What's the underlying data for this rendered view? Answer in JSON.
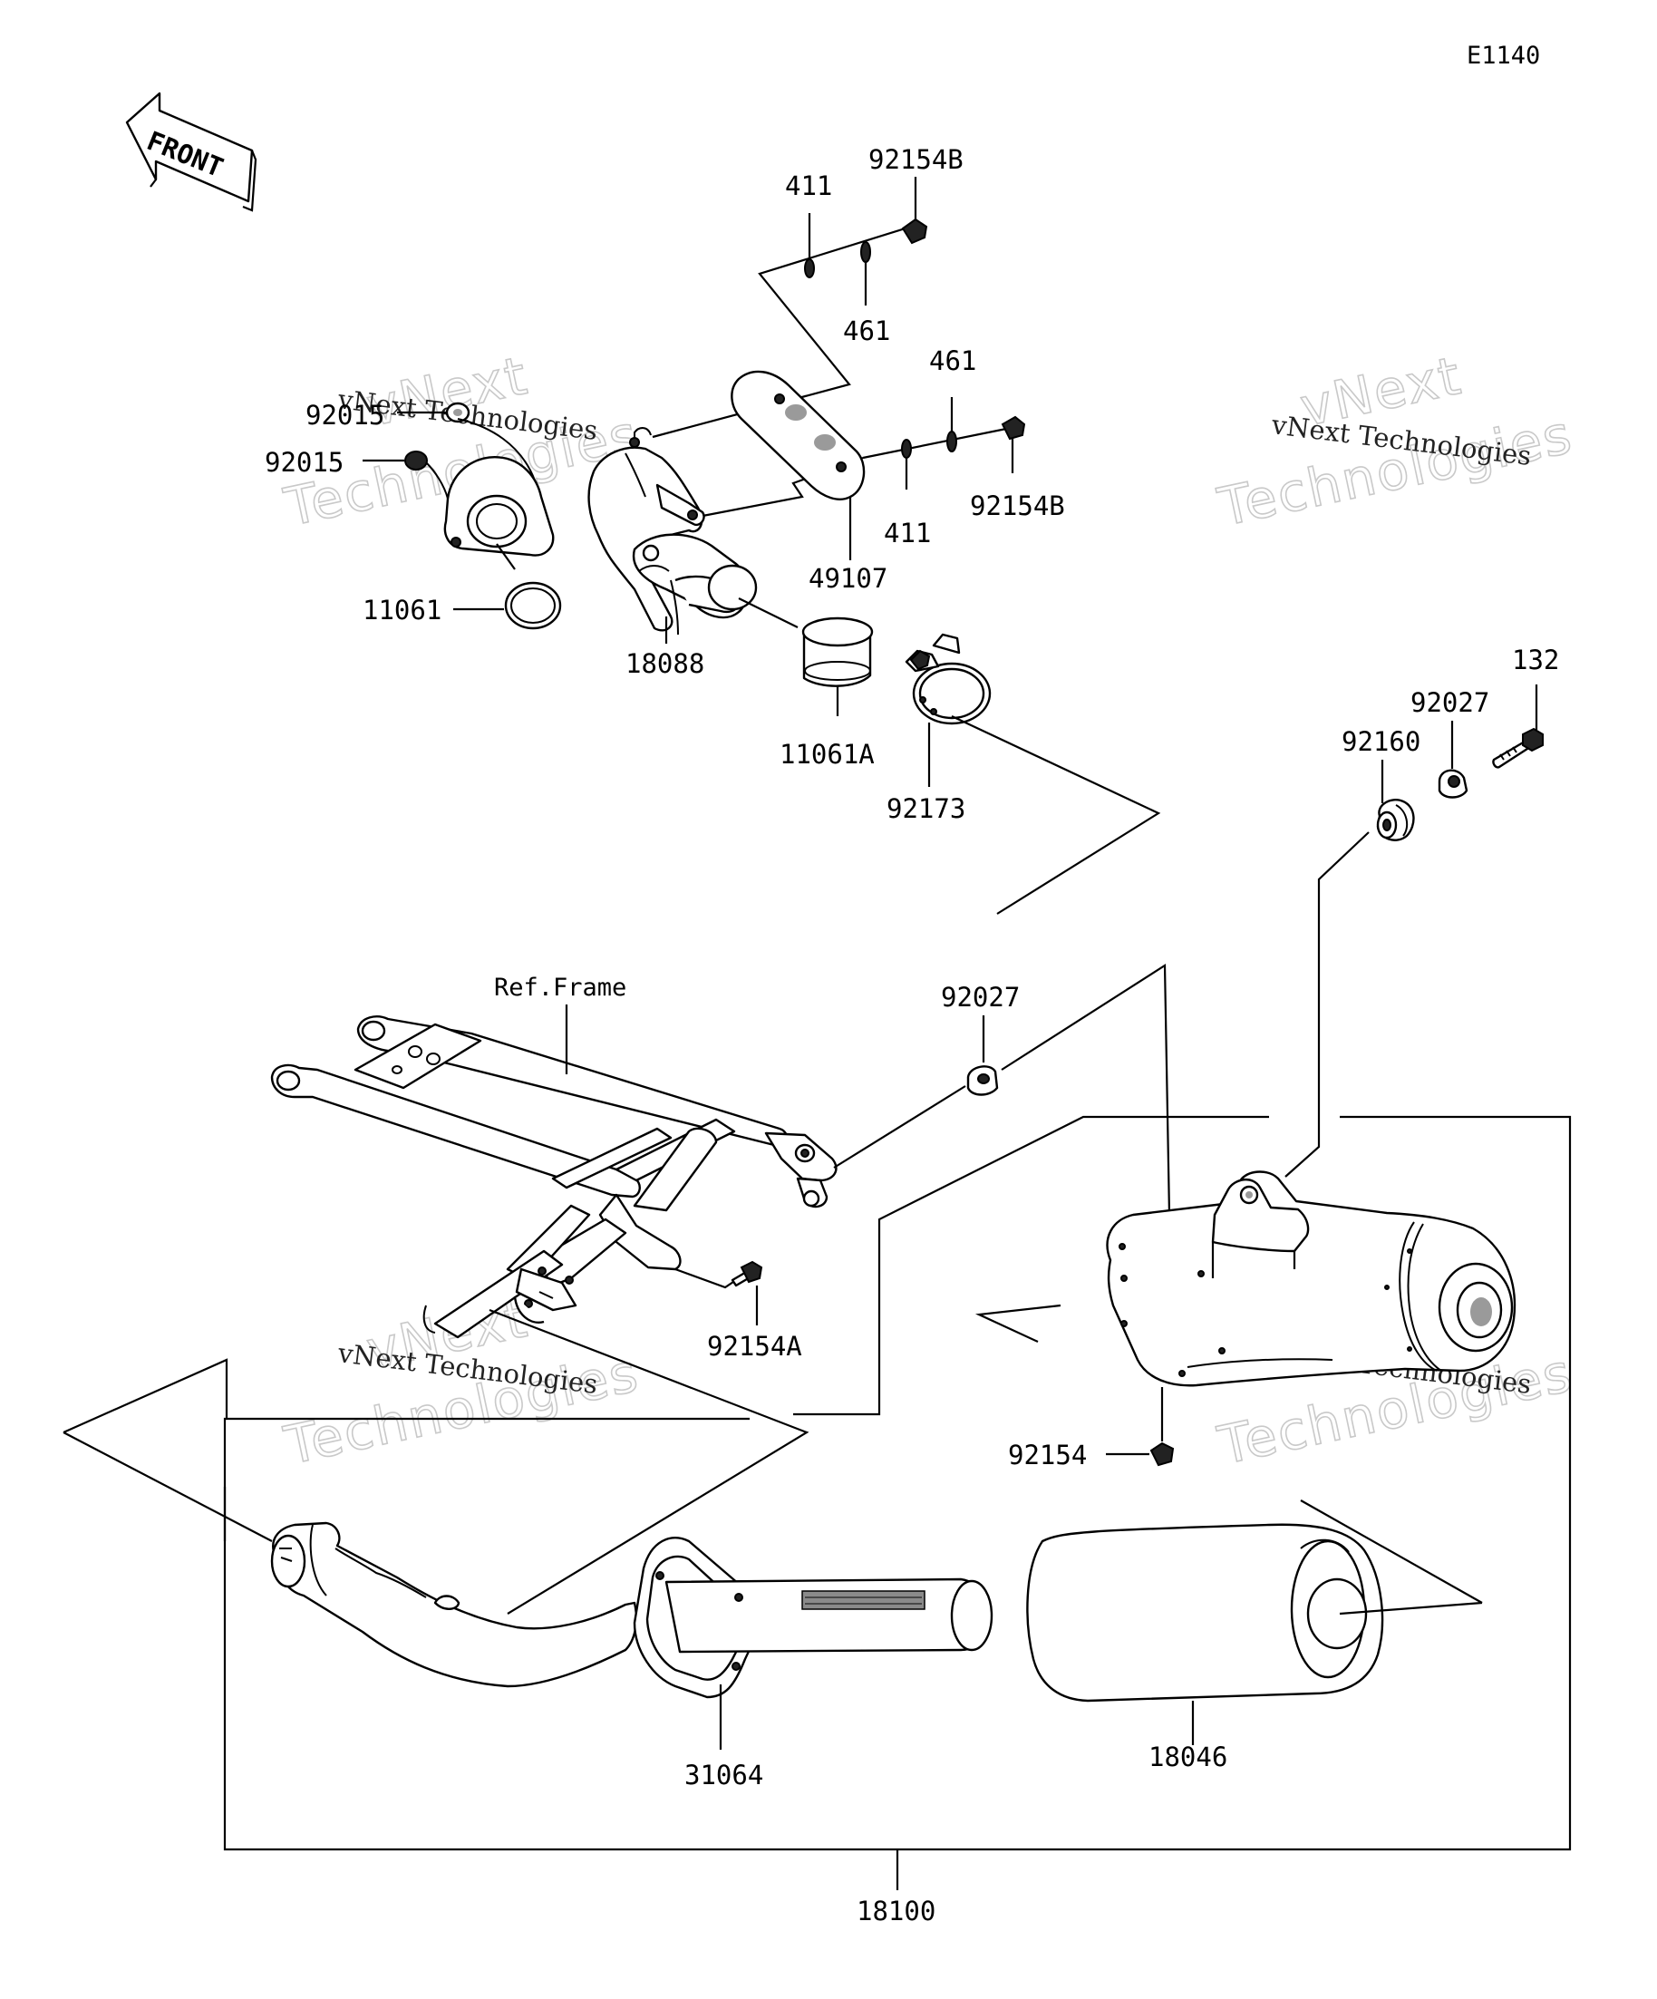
{
  "figure_code": "E1140",
  "front_label": "FRONT",
  "frame_ref": "Ref.Frame",
  "watermark": {
    "company": "vNext Technologies",
    "line1": "vNext",
    "line2": "Technologies"
  },
  "callouts": {
    "c92154B_top": "92154B",
    "c411_top": "411",
    "c461_top": "461",
    "c461_mid": "461",
    "c92154B_mid": "92154B",
    "c411_mid": "411",
    "c49107": "49107",
    "c92015_a": "92015",
    "c92015_b": "92015",
    "c11061": "11061",
    "c18088": "18088",
    "c11061A": "11061A",
    "c92173": "92173",
    "c132": "132",
    "c92027_top": "92027",
    "c92160": "92160",
    "c92027_mid": "92027",
    "c92154A": "92154A",
    "c92154": "92154",
    "c31064": "31064",
    "c18046": "18046",
    "c18100": "18100"
  }
}
